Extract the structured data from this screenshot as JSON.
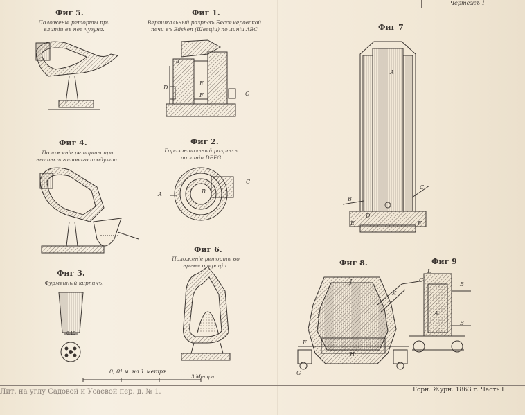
{
  "sheet_label": "Чертежъ 1",
  "fig5a": {
    "title": "Фиг 5.",
    "caption": [
      "Положеніе реторты при",
      "влитіи въ нее чугуна."
    ]
  },
  "fig1": {
    "title": "Фиг 1.",
    "caption": [
      "Вертикальный разрѣзъ Бессемеровской",
      "печи въ Edsken (Швеціи) по линіи ABC"
    ],
    "letters": [
      "a",
      "D",
      "E",
      "F",
      "C"
    ]
  },
  "fig7": {
    "title": "Фиг 7",
    "letters": [
      "A",
      "B",
      "C",
      "D",
      "E",
      "F"
    ]
  },
  "fig4": {
    "title": "Фиг 4.",
    "caption": [
      "Положеніе реторты при",
      "выливкѣ готоваго продукта."
    ]
  },
  "fig2": {
    "title": "Фиг 2.",
    "caption": [
      "Горизонтальный разрѣзъ",
      "по линіи DEFG"
    ],
    "letters": [
      "A",
      "B",
      "C"
    ]
  },
  "fig3": {
    "title": "Фиг 3.",
    "caption": [
      "Фурменный кирпичъ."
    ],
    "dim": "0.15"
  },
  "fig6": {
    "title": "Фиг 6.",
    "caption": [
      "Положеніе реторты во",
      "время операціи."
    ]
  },
  "fig8": {
    "title": "Фиг 8.",
    "letters": [
      "J",
      "I",
      "H",
      "G",
      "F",
      "K"
    ]
  },
  "fig9": {
    "title": "Фиг 9",
    "letters": [
      "B",
      "A",
      "B",
      "C",
      "L"
    ]
  },
  "scale": {
    "label": "0, 0⁴ м. на 1 метръ",
    "end": "3 Метра"
  },
  "footer": {
    "left": "Лит. на углу Садовой и Усаевой пер. д. № 1.",
    "right": "Горн. Журн. 1863 г. Часть I"
  }
}
